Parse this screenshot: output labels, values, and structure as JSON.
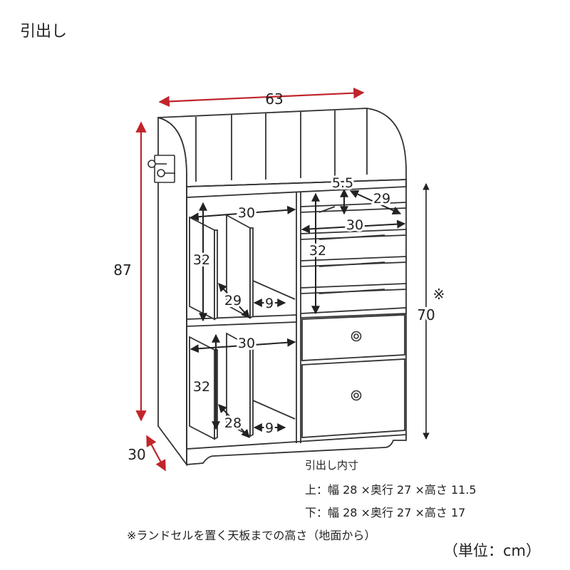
{
  "title": "引出し",
  "dimensions": {
    "width": "63",
    "height": "87",
    "depth": "30",
    "desk_height": "70",
    "desk_height_mark": "※"
  },
  "compartments": {
    "upper_left": {
      "width": "30",
      "height": "32",
      "depth": "29",
      "divider_gap": "9"
    },
    "lower_left": {
      "width": "30",
      "height": "32",
      "depth": "28",
      "divider_gap": "9"
    },
    "shelf": {
      "pitch": "5.5",
      "depth": "29",
      "width": "30",
      "height": "32"
    }
  },
  "drawer_inner": {
    "heading": "引出し内寸",
    "upper": "上：幅 28 ×奥行 27 ×高さ 11.5",
    "lower": "下：幅 28 ×奥行 27 ×高さ 17"
  },
  "footnote": "※ランドセルを置く天板までの高さ（地面から）",
  "unit": "（単位：cm）",
  "colors": {
    "dimension_arrow": "#c0252b",
    "outline": "#333333",
    "inner_arrow": "#222222"
  }
}
